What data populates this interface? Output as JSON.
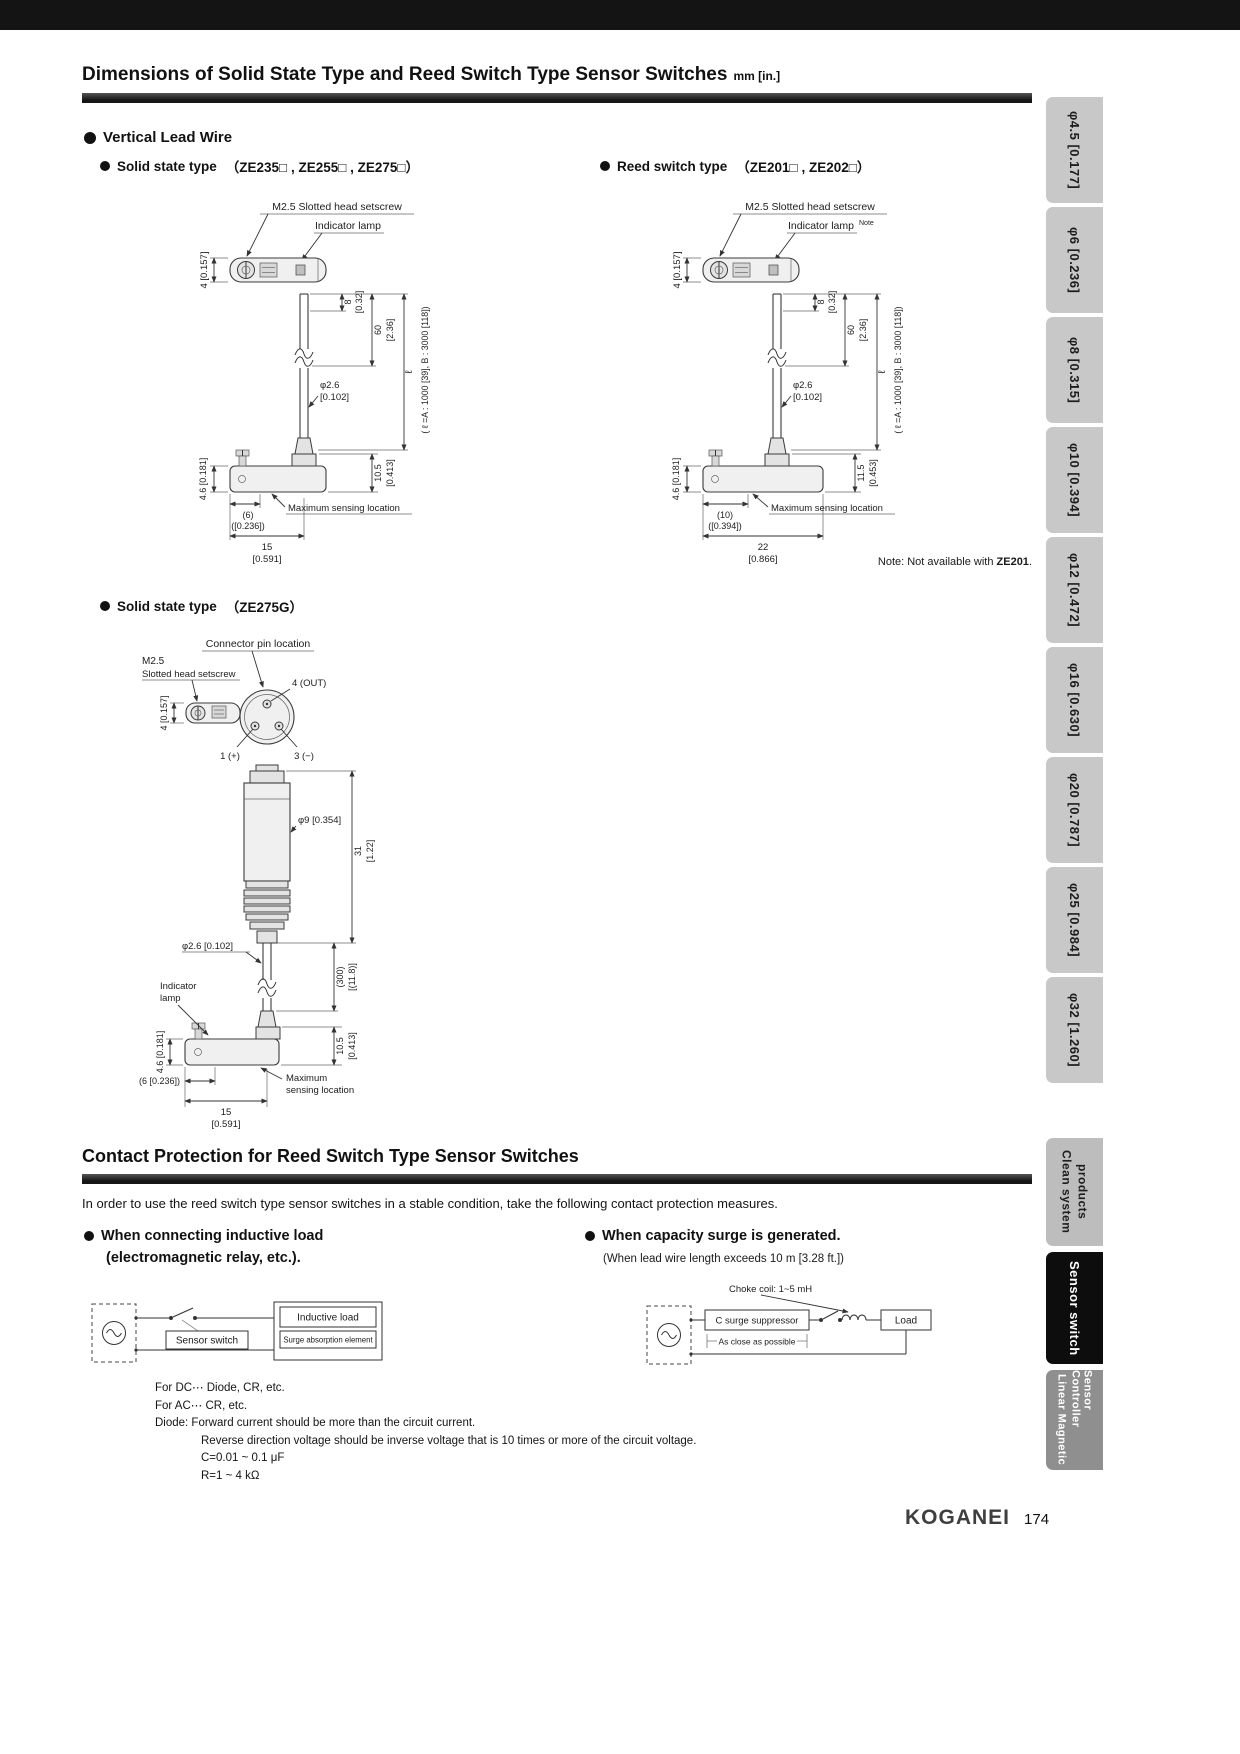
{
  "page": {
    "title": "Dimensions of Solid State Type and Reed Switch Type Sensor Switches",
    "title_unit": "mm [in.]",
    "footer_brand": "KOGANEI",
    "footer_page": "174"
  },
  "vertical_lead_wire": {
    "heading": "Vertical Lead Wire",
    "solid_heading": "Solid state type",
    "solid_models": "（ZE235□ , ZE255□ , ZE275□）",
    "reed_heading": "Reed switch type",
    "reed_models": "（ZE201□ , ZE202□）",
    "ze275g_heading": "Solid state type",
    "ze275g_models": "（ZE275G）",
    "footnote_prefix": "Note: Not available with ",
    "footnote_model": "ZE201",
    "footnote_suffix": "."
  },
  "drawing_solid": {
    "setscrew": "M2.5 Slotted head setscrew",
    "lamp": "Indicator lamp",
    "dim_height4": "4 [0.157]",
    "dim_8": "8",
    "dim_8_in": "[0.32]",
    "dim_60": "60",
    "dim_60_in": "[2.36]",
    "dim_l": "ℓ",
    "dim_l_note": "( ℓ =A : 1000 [39], B : 3000 [118])",
    "dim_dia": "φ2.6",
    "dim_dia_in": "[0.102]",
    "dim_h": "10.5",
    "dim_h_in": "[0.413]",
    "dim_46": "4.6 [0.181]",
    "dim_6": "(6)",
    "dim_6_in": "([0.236])",
    "dim_15": "15",
    "dim_15_in": "[0.591]",
    "max_sensing": "Maximum sensing location"
  },
  "drawing_reed": {
    "setscrew": "M2.5 Slotted head setscrew",
    "lamp": "Indicator lamp",
    "lamp_note": "Note",
    "dim_height4": "4 [0.157]",
    "dim_8": "8",
    "dim_8_in": "[0.32]",
    "dim_60": "60",
    "dim_60_in": "[2.36]",
    "dim_l": "ℓ",
    "dim_l_note": "( ℓ =A : 1000 [39], B : 3000 [118])",
    "dim_dia": "φ2.6",
    "dim_dia_in": "[0.102]",
    "dim_h": "11.5",
    "dim_h_in": "[0.453]",
    "dim_46": "4.6 [0.181]",
    "dim_10": "(10)",
    "dim_10_in": "([0.394])",
    "dim_22": "22",
    "dim_22_in": "[0.866]",
    "max_sensing": "Maximum sensing location"
  },
  "drawing_ze275g": {
    "connector_pin": "Connector pin location",
    "setscrew_line1": "M2.5",
    "setscrew_line2": "Slotted head setscrew",
    "pin_out": "4 (OUT)",
    "pin_plus": "1 (+)",
    "pin_minus": "3 (−)",
    "dim_height4": "4 [0.157]",
    "dim_dia9": "φ9 [0.354]",
    "dim_31": "31",
    "dim_31_in": "[1.22]",
    "dim_dia26": "φ2.6 [0.102]",
    "dim_300": "(300)",
    "dim_300_in": "[(11.8)]",
    "lamp_line1": "Indicator",
    "lamp_line2": "lamp",
    "dim_46": "4.6 [0.181]",
    "dim_h": "10.5",
    "dim_h_in": "[0.413]",
    "dim_6": "(6 [0.236])",
    "dim_15": "15",
    "dim_15_in": "[0.591]",
    "max_line1": "Maximum",
    "max_line2": "sensing location"
  },
  "contact_protection": {
    "heading": "Contact Protection for Reed Switch Type Sensor Switches",
    "intro": "In order to use the reed switch type sensor switches in a stable condition, take the following contact protection measures.",
    "inductive_heading_line1": "When connecting inductive load",
    "inductive_heading_line2": "(electromagnetic relay, etc.).",
    "surge_heading": "When capacity surge is generated.",
    "surge_subheading": "(When lead wire length exceeds 10 m [3.28 ft.])",
    "labels": {
      "sensor_switch": "Sensor switch",
      "inductive_load": "Inductive load",
      "surge_element": "Surge absorption element",
      "choke": "Choke coil: 1~5 mH",
      "suppressor": "C surge suppressor",
      "load": "Load",
      "close": "As close as possible"
    },
    "notes": {
      "dc": "For DC⋯ Diode, CR, etc.",
      "ac": "For AC⋯ CR, etc.",
      "diode1": "Diode: Forward current should be more than the circuit current.",
      "diode2": "Reverse direction voltage should be inverse voltage that is 10 times or more of the circuit voltage.",
      "c": "C=0.01 ~ 0.1 μF",
      "r": "R=1 ~ 4 kΩ"
    }
  },
  "sidebar": {
    "items": [
      {
        "label": "φ4.5 [0.177]"
      },
      {
        "label": "φ6 [0.236]"
      },
      {
        "label": "φ8 [0.315]"
      },
      {
        "label": "φ10 [0.394]"
      },
      {
        "label": "φ12 [0.472]"
      },
      {
        "label": "φ16 [0.630]"
      },
      {
        "label": "φ20 [0.787]"
      },
      {
        "label": "φ25 [0.984]"
      },
      {
        "label": "φ32 [1.260]"
      }
    ],
    "clean_line1": "Clean system",
    "clean_line2": "products",
    "sensor_switch": "Sensor switch",
    "linear_line1": "Linear Magnetic",
    "linear_line2": "Sensor Controller"
  }
}
